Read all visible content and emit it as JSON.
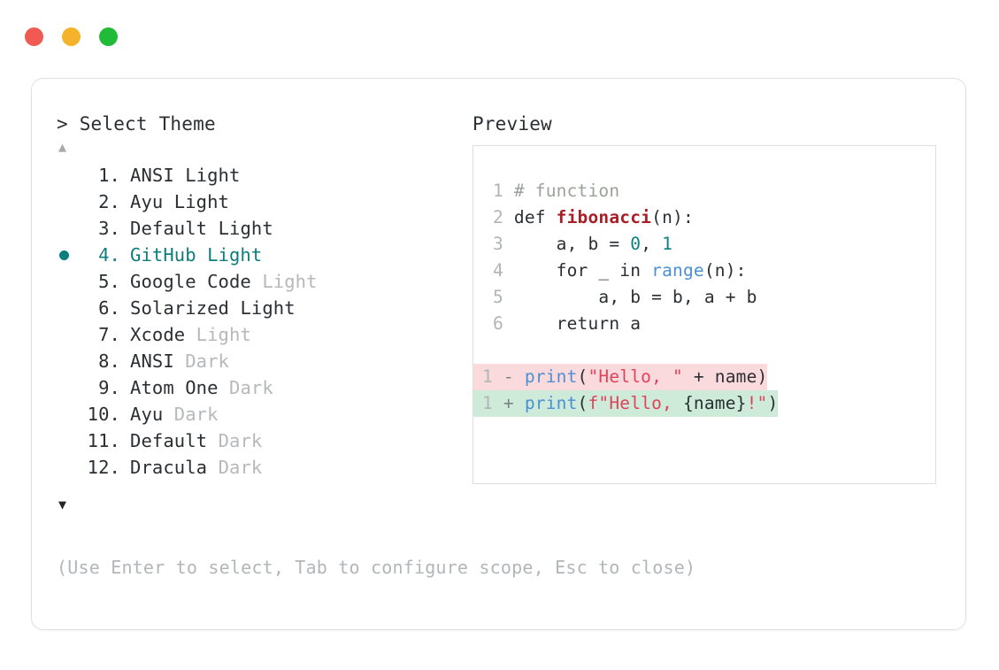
{
  "window": {
    "traffic_lights": [
      {
        "name": "close",
        "color": "#f05a52"
      },
      {
        "name": "minimize",
        "color": "#f5b32b"
      },
      {
        "name": "maximize",
        "color": "#22bb39"
      }
    ]
  },
  "prompt": {
    "caret": ">",
    "title": "Select Theme"
  },
  "scroll": {
    "up_icon": "▲",
    "down_icon": "▼"
  },
  "selection": {
    "bullet": "●",
    "selected_index": 4,
    "accent_color": "#0d7d7d"
  },
  "themes": [
    {
      "index": "1.",
      "name": "ANSI",
      "variant": "Light",
      "variant_dim": false,
      "selected": false
    },
    {
      "index": "2.",
      "name": "Ayu",
      "variant": "Light",
      "variant_dim": false,
      "selected": false
    },
    {
      "index": "3.",
      "name": "Default",
      "variant": "Light",
      "variant_dim": false,
      "selected": false
    },
    {
      "index": "4.",
      "name": "GitHub",
      "variant": "Light",
      "variant_dim": false,
      "selected": true
    },
    {
      "index": "5.",
      "name": "Google Code",
      "variant": "Light",
      "variant_dim": true,
      "selected": false
    },
    {
      "index": "6.",
      "name": "Solarized",
      "variant": "Light",
      "variant_dim": false,
      "selected": false
    },
    {
      "index": "7.",
      "name": "Xcode",
      "variant": "Light",
      "variant_dim": true,
      "selected": false
    },
    {
      "index": "8.",
      "name": "ANSI",
      "variant": "Dark",
      "variant_dim": true,
      "selected": false
    },
    {
      "index": "9.",
      "name": "Atom One",
      "variant": "Dark",
      "variant_dim": true,
      "selected": false
    },
    {
      "index": "10.",
      "name": "Ayu",
      "variant": "Dark",
      "variant_dim": true,
      "selected": false
    },
    {
      "index": "11.",
      "name": "Default",
      "variant": "Dark",
      "variant_dim": true,
      "selected": false
    },
    {
      "index": "12.",
      "name": "Dracula",
      "variant": "Dark",
      "variant_dim": true,
      "selected": false
    }
  ],
  "preview": {
    "heading": "Preview",
    "code_lines": [
      {
        "gutter": "1",
        "tokens": [
          {
            "t": " # function",
            "c": "comment"
          }
        ]
      },
      {
        "gutter": "2",
        "tokens": [
          {
            "t": " def ",
            "c": "kw"
          },
          {
            "t": "fibonacci",
            "c": "fn"
          },
          {
            "t": "(n):",
            "c": "punct"
          }
        ]
      },
      {
        "gutter": "3",
        "tokens": [
          {
            "t": "     a, b = ",
            "c": "plain"
          },
          {
            "t": "0",
            "c": "num"
          },
          {
            "t": ", ",
            "c": "plain"
          },
          {
            "t": "1",
            "c": "num"
          }
        ]
      },
      {
        "gutter": "4",
        "tokens": [
          {
            "t": "     for _ in ",
            "c": "plain"
          },
          {
            "t": "range",
            "c": "builtin"
          },
          {
            "t": "(n):",
            "c": "punct"
          }
        ]
      },
      {
        "gutter": "5",
        "tokens": [
          {
            "t": "         a, b = b, a + b",
            "c": "plain"
          }
        ]
      },
      {
        "gutter": "6",
        "tokens": [
          {
            "t": "     return a",
            "c": "plain"
          }
        ]
      }
    ],
    "diff_lines": [
      {
        "kind": "delete",
        "gutter": "1",
        "sign": "-",
        "background": "#fadadd",
        "tokens": [
          {
            "t": "print",
            "c": "builtin"
          },
          {
            "t": "(",
            "c": "punct"
          },
          {
            "t": "\"Hello, \"",
            "c": "str"
          },
          {
            "t": " + name)",
            "c": "plain"
          }
        ]
      },
      {
        "kind": "add",
        "gutter": "1",
        "sign": "+",
        "background": "#cdebd8",
        "tokens": [
          {
            "t": "print",
            "c": "builtin"
          },
          {
            "t": "(",
            "c": "punct"
          },
          {
            "t": "f\"Hello, ",
            "c": "str"
          },
          {
            "t": "{name}",
            "c": "plain"
          },
          {
            "t": "!\"",
            "c": "str"
          },
          {
            "t": ")",
            "c": "punct"
          }
        ]
      }
    ]
  },
  "footer": {
    "hint": "(Use Enter to select, Tab to configure scope, Esc to close)"
  }
}
